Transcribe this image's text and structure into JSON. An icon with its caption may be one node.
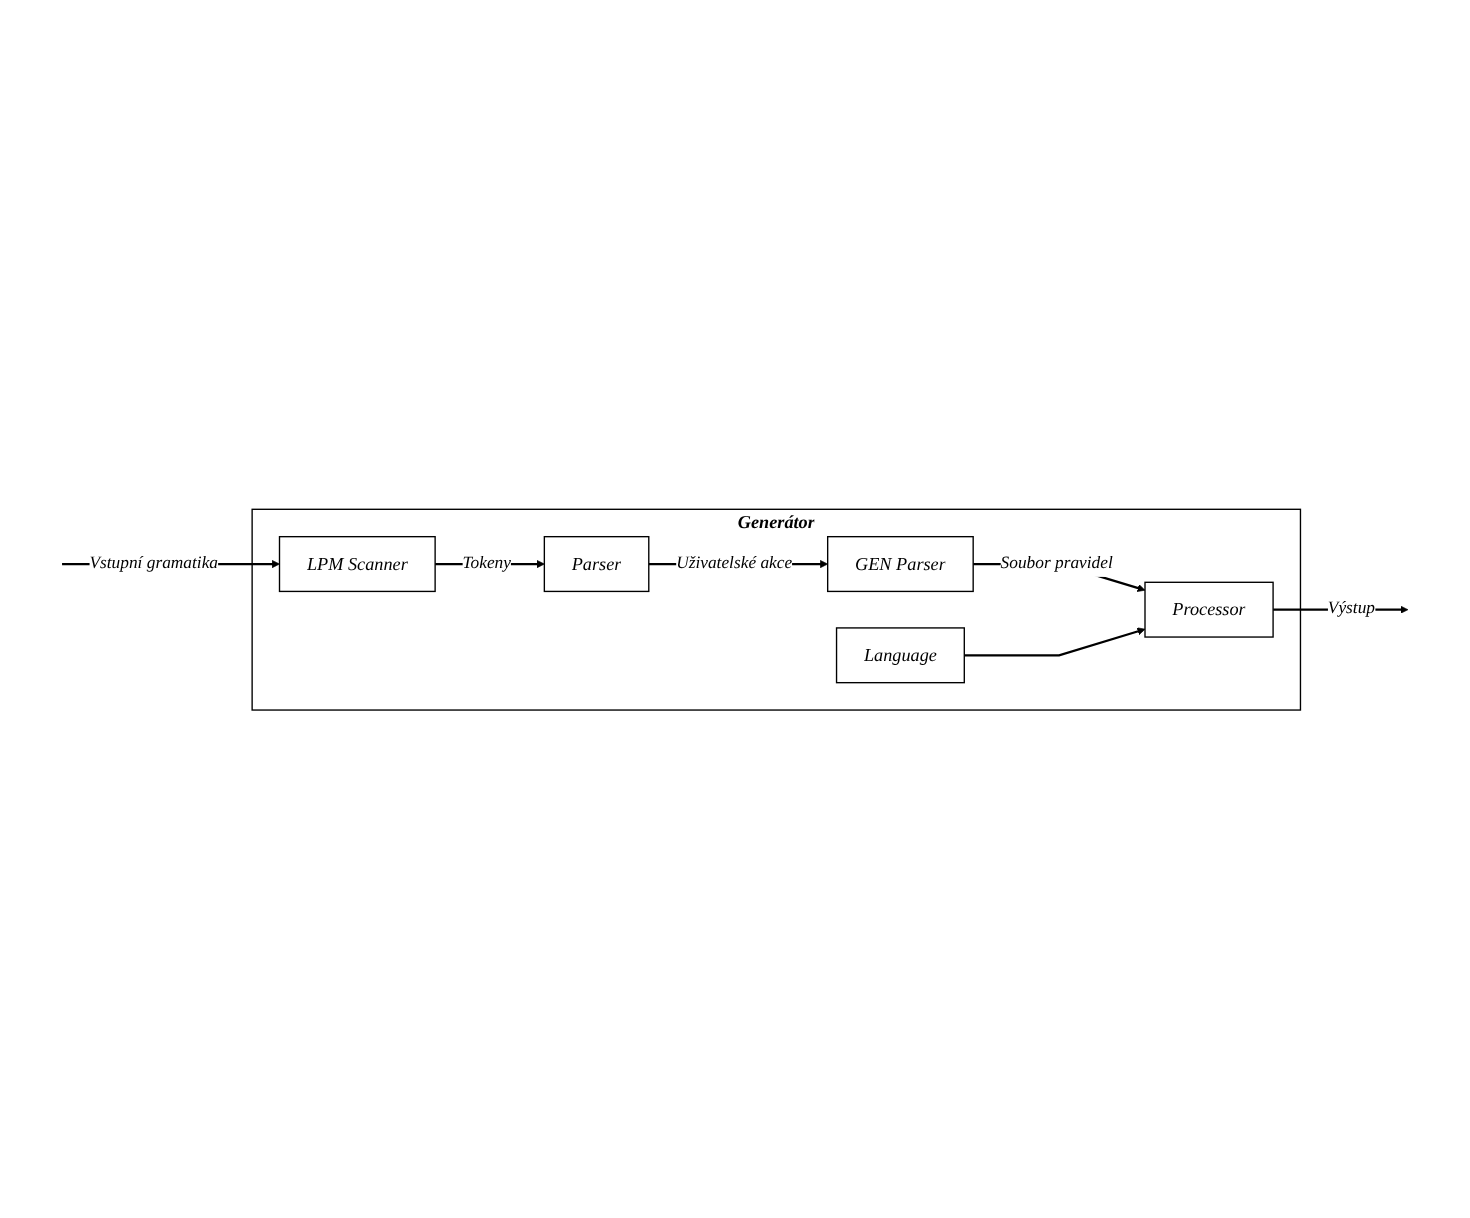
{
  "diagram": {
    "nodes": [
      {
        "text": [
          "Generátor"
        ]
      },
      {
        "text": [
          "LPM Scanner"
        ],
        "in": 0
      },
      {
        "text": [
          "Parser"
        ],
        "in": 0
      },
      {
        "text": [
          "GEN Parser"
        ],
        "in": 0
      },
      {
        "text": [
          "Processor"
        ],
        "in": 0
      },
      {
        "text": [
          "Language"
        ],
        "in": 0
      }
    ],
    "edges": [
      {
        "from": null,
        "to": 1,
        "arrow": "to",
        "label": "Vstupní gramatika"
      },
      {
        "from": 1,
        "to": 2,
        "arrow": "to",
        "label": "Tokeny"
      },
      {
        "from": 2,
        "to": 3,
        "arrow": "to",
        "label": "Uživatelské akce"
      },
      {
        "from": 3,
        "to": 4,
        "arrow": "to",
        "label": "Soubor pravidel"
      },
      {
        "from": 4,
        "to": null,
        "arrow": "to",
        "label": "Výstup"
      },
      {
        "from": 5,
        "to": 4,
        "arrow": "to"
      }
    ]
  }
}
